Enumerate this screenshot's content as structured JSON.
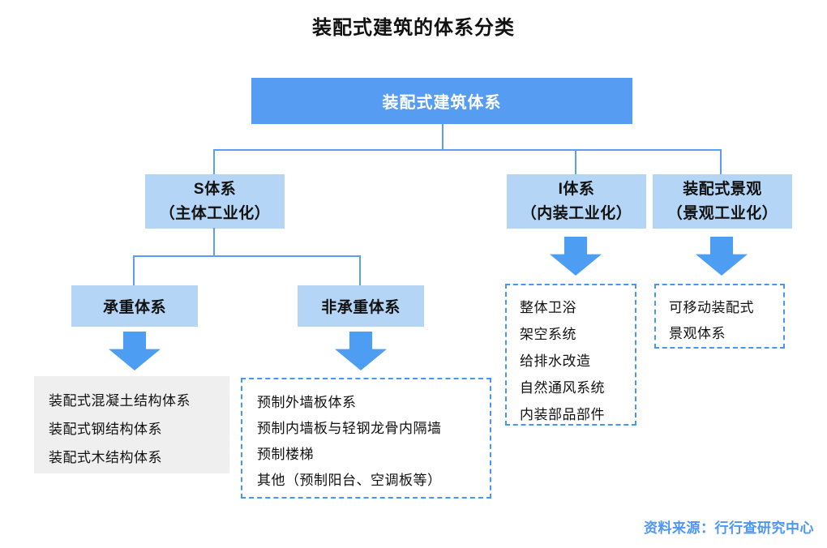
{
  "title": "装配式建筑的体系分类",
  "root": {
    "label": "装配式建筑体系"
  },
  "nodes": {
    "s": {
      "line1": "S体系",
      "line2": "（主体工业化）"
    },
    "i": {
      "line1": "I体系",
      "line2": "（内装工业化）"
    },
    "landscape": {
      "line1": "装配式景观",
      "line2": "（景观工业化）"
    },
    "load_bearing": {
      "label": "承重体系"
    },
    "non_load_bearing": {
      "label": "非承重体系"
    }
  },
  "lists": {
    "load_bearing": [
      "装配式混凝土结构体系",
      "装配式钢结构体系",
      "装配式木结构体系"
    ],
    "non_load_bearing": [
      "预制外墙板体系",
      "预制内墙板与轻钢龙骨内隔墙",
      "预制楼梯",
      "其他（预制阳台、空调板等）"
    ],
    "i_system": [
      "整体卫浴",
      "架空系统",
      "给排水改造",
      "自然通风系统",
      "内装部品部件"
    ],
    "landscape": [
      "可移动装配式",
      "景观体系"
    ]
  },
  "source": "资料来源：行行查研究中心",
  "colors": {
    "root_fill": "#559CF2",
    "root_text": "#FFFFFF",
    "node_fill": "#B5D5F6",
    "arrow": "#4D9EF3",
    "connector": "#5B9DF3",
    "dashed_border": "#4796F4",
    "leaf_gray_fill": "#EFEFEF",
    "source_text": "#4E96F7",
    "text": "#111111"
  }
}
